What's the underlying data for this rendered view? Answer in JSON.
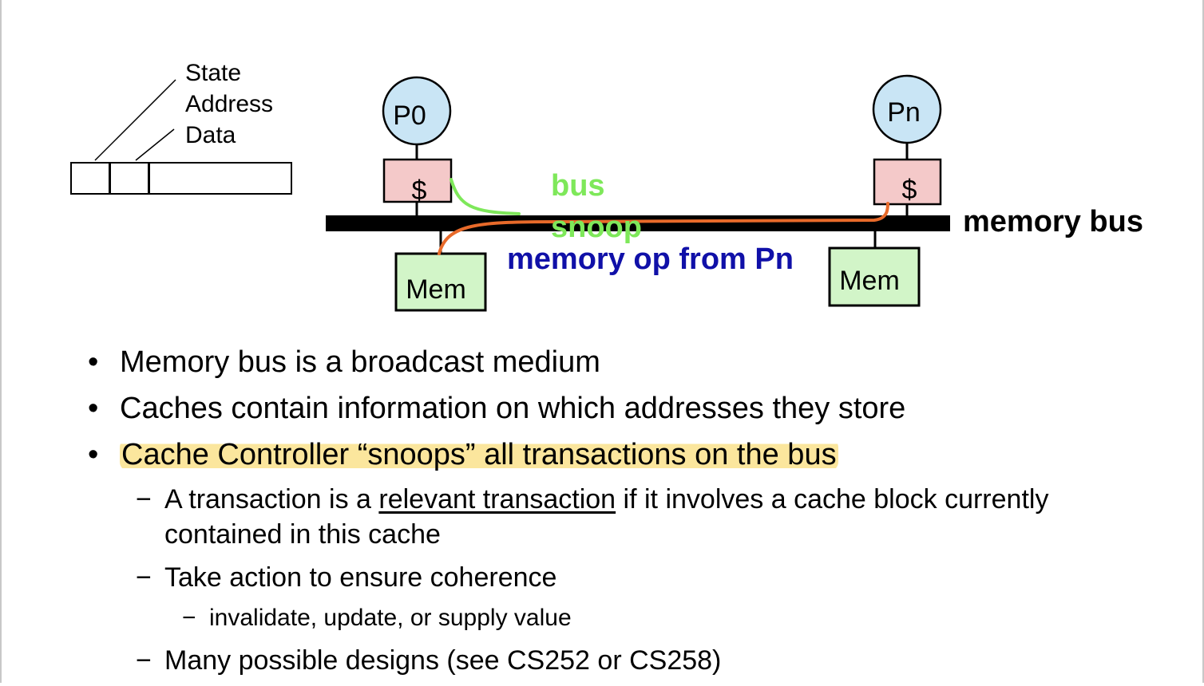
{
  "diagram": {
    "field_labels": [
      "State",
      "Address",
      "Data"
    ],
    "p0": "P0",
    "pn": "Pn",
    "cache_symbol": "$",
    "mem": "Mem",
    "bus_label": "memory bus",
    "snoop_label_line1": "bus",
    "snoop_label_line2": "snoop",
    "memop_label": "memory op from Pn",
    "colors": {
      "processor_fill": "#c9e5f5",
      "cache_fill": "#f4c9c9",
      "mem_fill": "#d2f5c8",
      "snoop_green": "#7ee85a",
      "memop_orange": "#e86a2a",
      "memop_text": "#1010a8",
      "highlight": "#fae28c"
    }
  },
  "bullets": {
    "b1": "Memory bus is a broadcast medium",
    "b2": "Caches contain information on which addresses they store",
    "b3": "Cache Controller “snoops” all transactions on the bus",
    "s1_pre": "A transaction is a ",
    "s1_ul": "relevant transaction",
    "s1_post": " if it involves a cache block currently contained in this cache",
    "s2": "Take action to ensure coherence",
    "s2a": "invalidate, update, or supply value",
    "s3": "Many possible designs (see CS252 or CS258)"
  },
  "glyphs": {
    "bullet": "•",
    "dash": "−"
  }
}
